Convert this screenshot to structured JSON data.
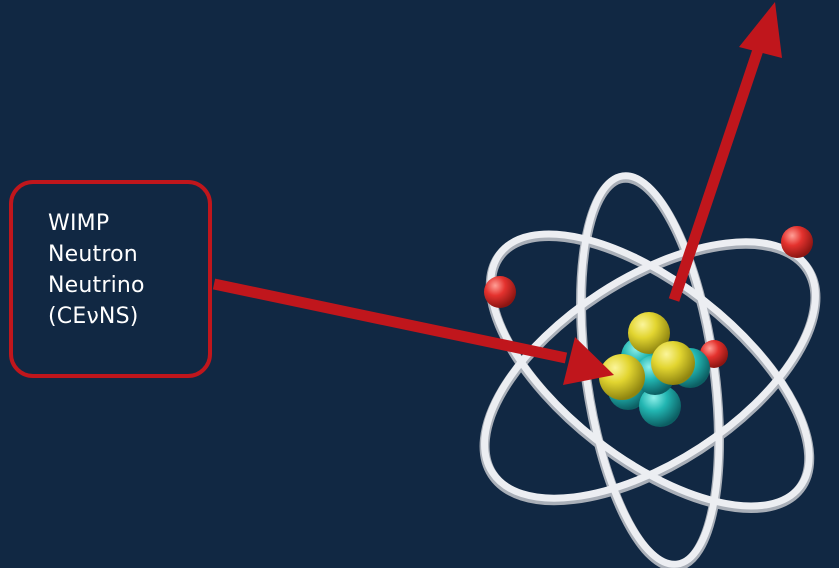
{
  "label_box": {
    "lines": [
      "WIMP",
      "Neutron",
      "Neutrino",
      "(CEνNS)"
    ]
  },
  "colors": {
    "background": "#112843",
    "arrow": "#c0161c",
    "box_border": "#c0161c",
    "orbit": "#e6e9ee",
    "electron": "#e03a36",
    "proton": "#d9cf2e",
    "neutron": "#1fb3b0",
    "text": "#ffffff"
  },
  "icons": {
    "atom": "atom-illustration",
    "incoming": "incoming-particle-arrow",
    "recoil": "recoil-arrow"
  }
}
